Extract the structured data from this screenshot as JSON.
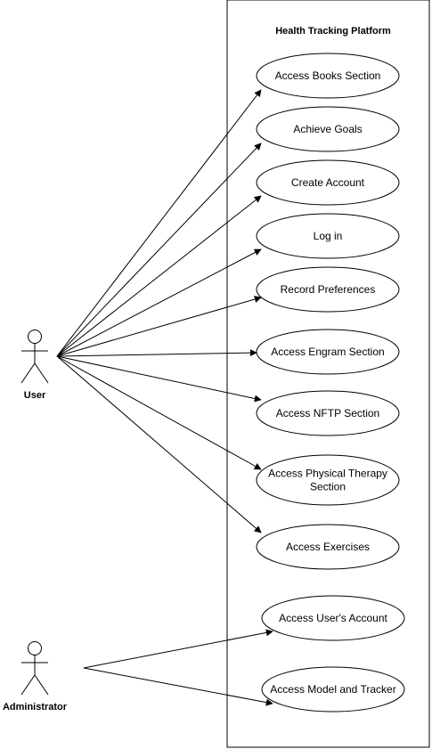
{
  "system": {
    "title": "Health Tracking Platform"
  },
  "actors": [
    {
      "id": "user",
      "label": "User"
    },
    {
      "id": "admin",
      "label": "Administrator"
    }
  ],
  "use_cases": [
    {
      "id": "books",
      "lines": [
        "Access Books Section"
      ]
    },
    {
      "id": "goals",
      "lines": [
        "Achieve Goals"
      ]
    },
    {
      "id": "create",
      "lines": [
        "Create Account"
      ]
    },
    {
      "id": "login",
      "lines": [
        "Log in"
      ]
    },
    {
      "id": "prefs",
      "lines": [
        "Record Preferences"
      ]
    },
    {
      "id": "engram",
      "lines": [
        "Access Engram Section"
      ]
    },
    {
      "id": "nftp",
      "lines": [
        "Access NFTP Section"
      ]
    },
    {
      "id": "pt",
      "lines": [
        "Access Physical Therapy",
        "Section"
      ]
    },
    {
      "id": "exercises",
      "lines": [
        "Access Exercises"
      ]
    },
    {
      "id": "useracct",
      "lines": [
        "Access User's Account"
      ]
    },
    {
      "id": "model",
      "lines": [
        "Access Model and Tracker"
      ]
    }
  ],
  "associations": [
    {
      "from": "user",
      "to": "books"
    },
    {
      "from": "user",
      "to": "goals"
    },
    {
      "from": "user",
      "to": "create"
    },
    {
      "from": "user",
      "to": "login"
    },
    {
      "from": "user",
      "to": "prefs"
    },
    {
      "from": "user",
      "to": "engram"
    },
    {
      "from": "user",
      "to": "nftp"
    },
    {
      "from": "user",
      "to": "pt"
    },
    {
      "from": "user",
      "to": "exercises"
    },
    {
      "from": "admin",
      "to": "useracct"
    },
    {
      "from": "admin",
      "to": "model"
    }
  ]
}
